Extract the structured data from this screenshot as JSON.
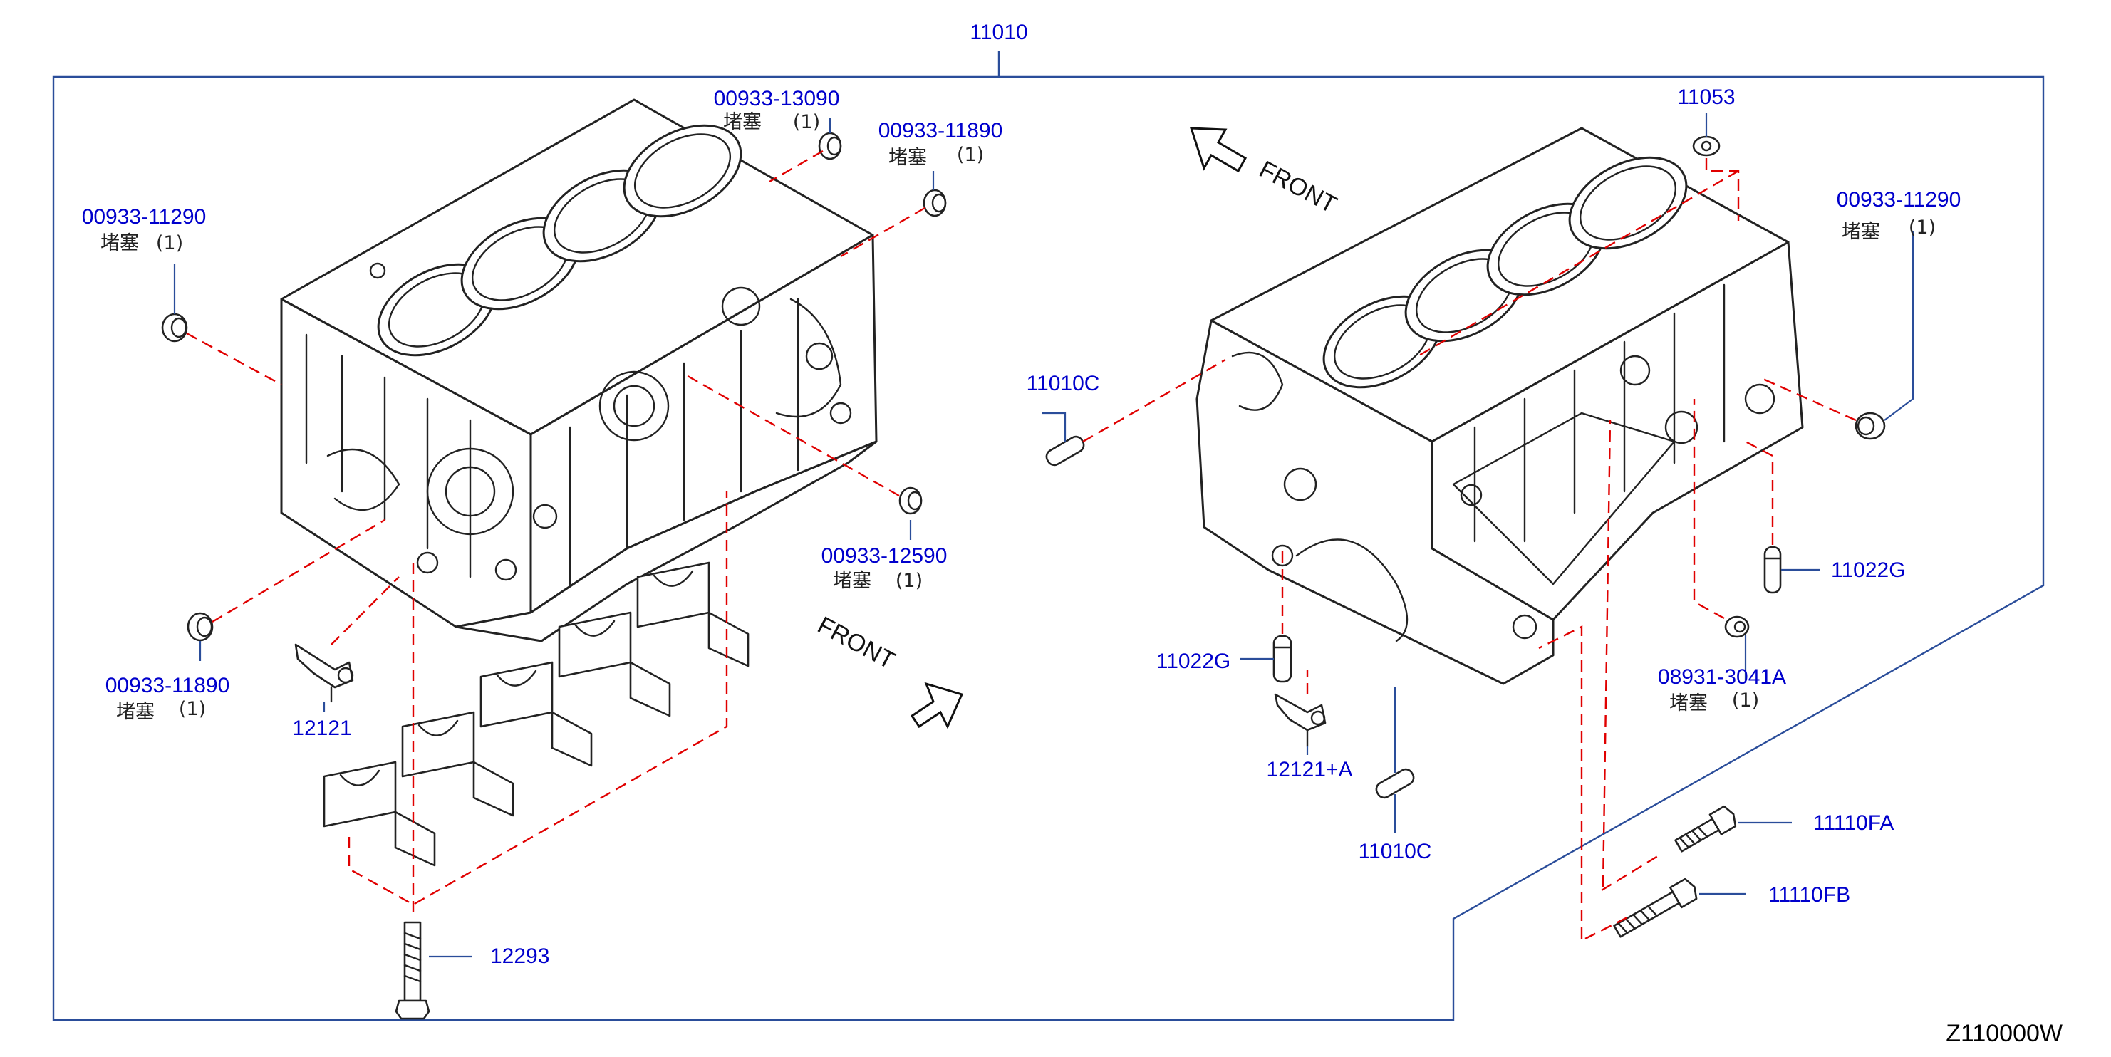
{
  "diagram": {
    "assembly_number": "11010",
    "diagram_code": "Z110000W",
    "front_label": "FRONT",
    "plug_note": "堵塞",
    "labels": [
      {
        "id": "plug-00933-13090",
        "number": "00933-13090",
        "note": "堵塞",
        "qty": "(1)"
      },
      {
        "id": "plug-00933-11890-top",
        "number": "00933-11890",
        "note": "堵塞",
        "qty": "(1)"
      },
      {
        "id": "plug-00933-11290-left",
        "number": "00933-11290",
        "note": "堵塞",
        "qty": "(1)"
      },
      {
        "id": "plug-00933-12590",
        "number": "00933-12590",
        "note": "堵塞",
        "qty": "(1)"
      },
      {
        "id": "plug-00933-11890-bottom",
        "number": "00933-11890",
        "note": "堵塞",
        "qty": "(1)"
      },
      {
        "id": "jet-12121",
        "number": "12121"
      },
      {
        "id": "bolt-12293",
        "number": "12293"
      },
      {
        "id": "plug-11053",
        "number": "11053"
      },
      {
        "id": "plug-00933-11290-right",
        "number": "00933-11290",
        "note": "堵塞",
        "qty": "(1)"
      },
      {
        "id": "pin-11010C-upper",
        "number": "11010C"
      },
      {
        "id": "pin-11022G-right",
        "number": "11022G"
      },
      {
        "id": "pin-11022G-left",
        "number": "11022G"
      },
      {
        "id": "plug-08931-3041A",
        "number": "08931-3041A",
        "note": "堵塞",
        "qty": "(1)"
      },
      {
        "id": "jet-12121A",
        "number": "12121+A"
      },
      {
        "id": "pin-11010C-lower",
        "number": "11010C"
      },
      {
        "id": "bolt-11110FA",
        "number": "11110FA"
      },
      {
        "id": "bolt-11110FB",
        "number": "11110FB"
      }
    ]
  }
}
